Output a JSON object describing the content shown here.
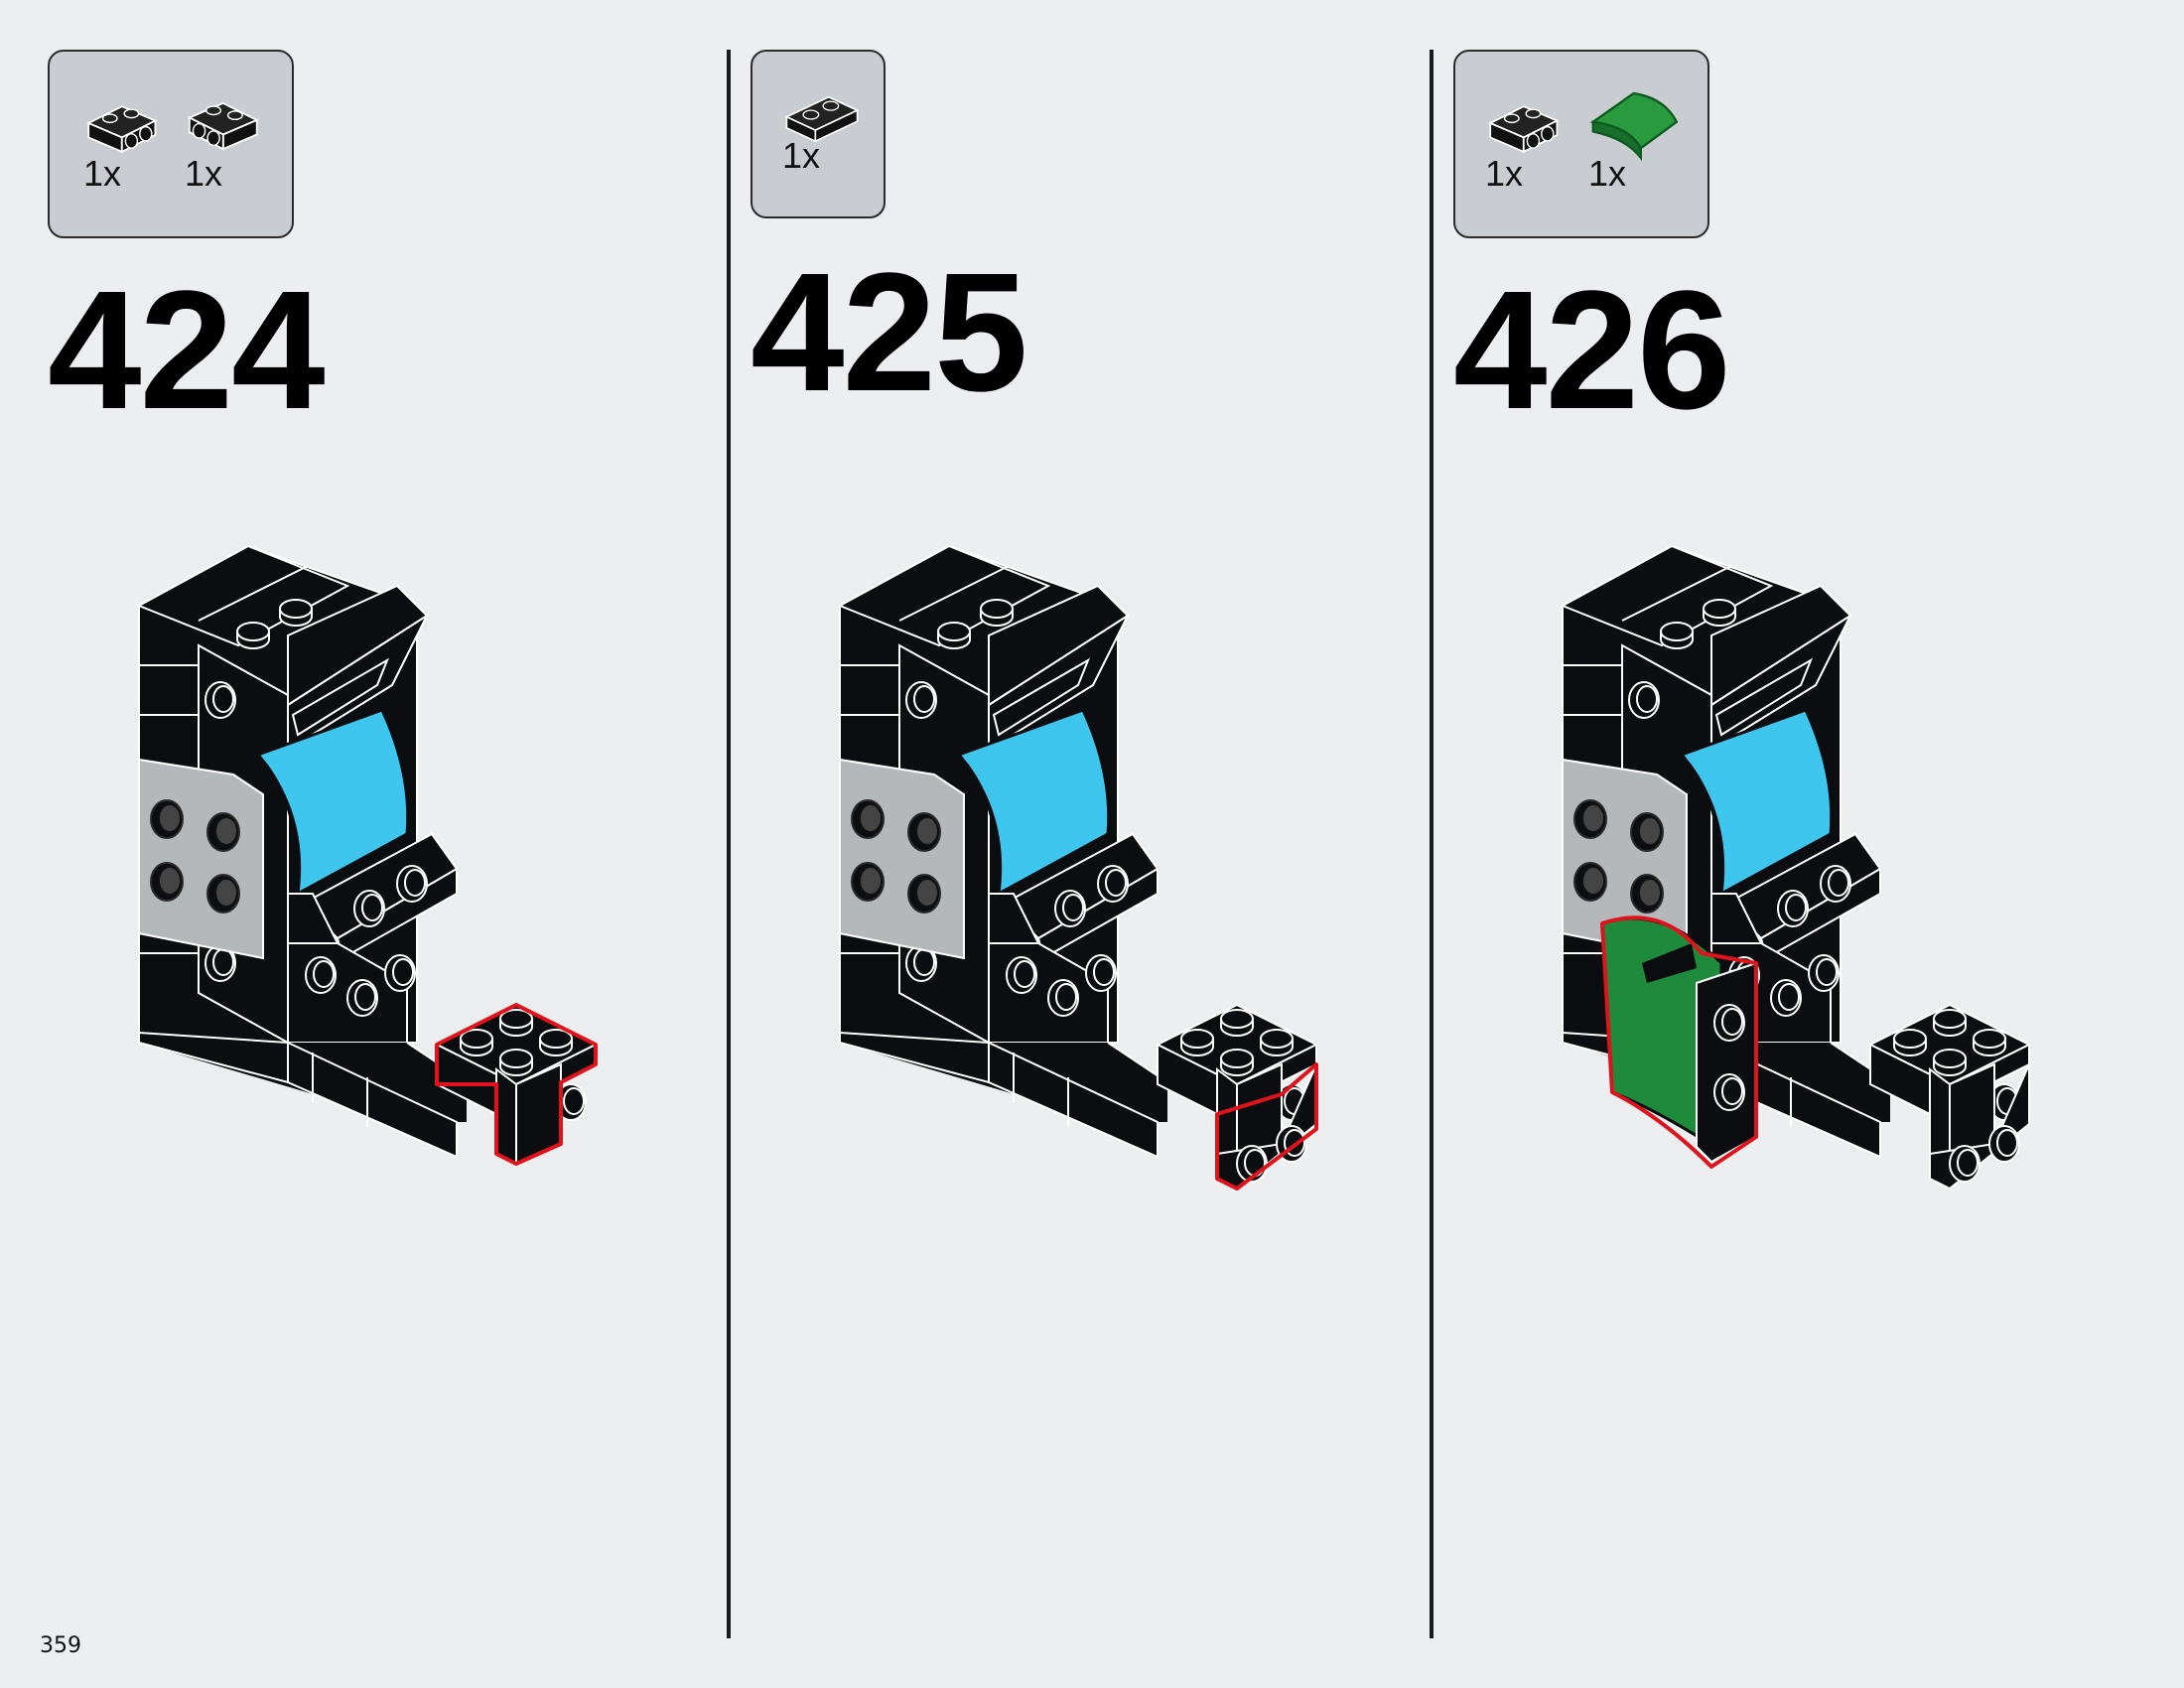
{
  "page_number": "359",
  "colors": {
    "black_brick": "#0b0d10",
    "edge": "#ffffff",
    "light_gray": "#b5b8bb",
    "azure": "#3ec6ee",
    "green": "#1f8a3b",
    "highlight": "#e0121b",
    "callout_bg": "#c9ccd0",
    "background": "#eceef0"
  },
  "steps": [
    {
      "number": "424",
      "parts": [
        {
          "icon": "black-bracket-plate-icon",
          "qty": "1x"
        },
        {
          "icon": "black-bracket-plate-inverted-icon",
          "qty": "1x"
        }
      ]
    },
    {
      "number": "425",
      "parts": [
        {
          "icon": "black-plate-1x2-icon",
          "qty": "1x"
        }
      ]
    },
    {
      "number": "426",
      "parts": [
        {
          "icon": "black-bracket-plate-icon",
          "qty": "1x"
        },
        {
          "icon": "green-curved-slope-icon",
          "qty": "1x"
        }
      ]
    }
  ]
}
